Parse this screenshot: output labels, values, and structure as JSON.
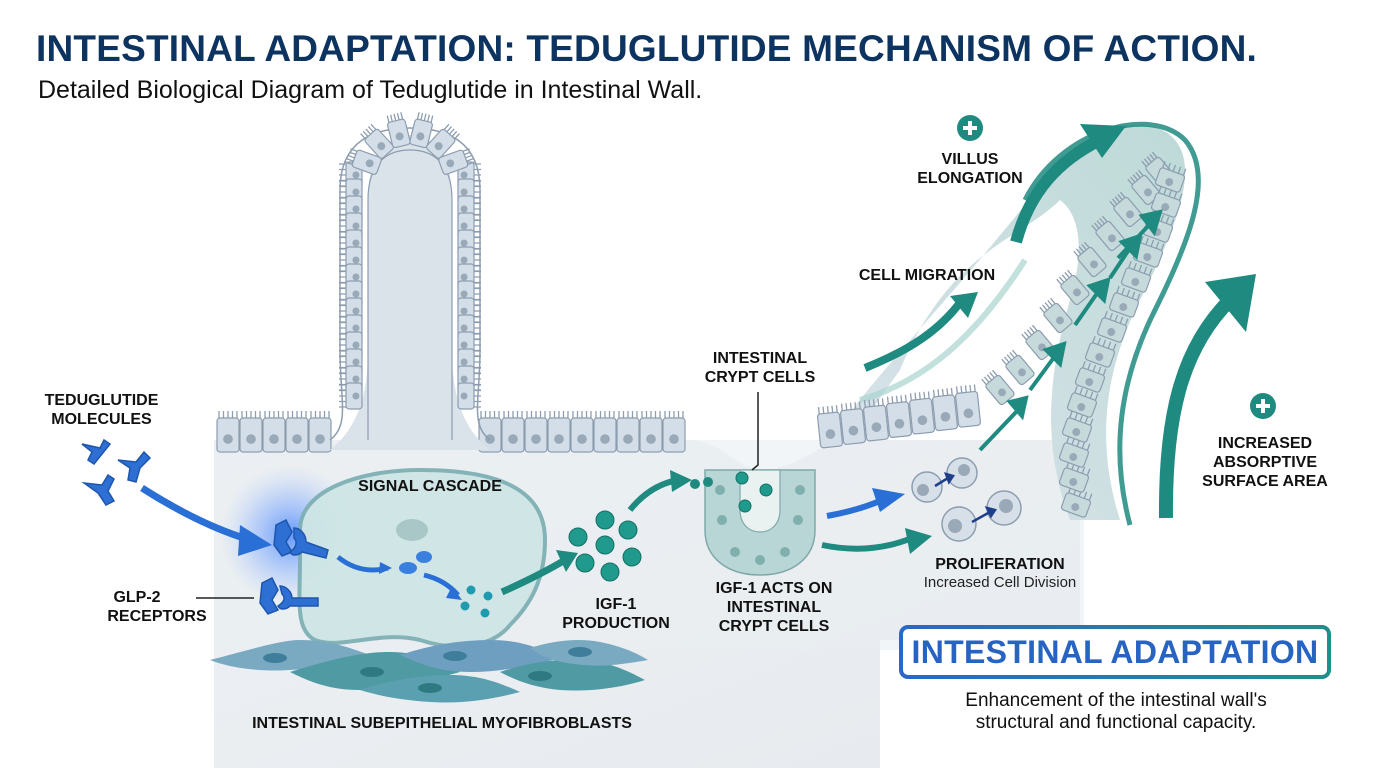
{
  "header": {
    "title": "INTESTINAL ADAPTATION: TEDUGLUTIDE MECHANISM OF ACTION.",
    "subtitle": "Detailed Biological Diagram of Teduglutide in Intestinal Wall."
  },
  "labels": {
    "teduglutide_line1": "TEDUGLUTIDE",
    "teduglutide_line2": "MOLECULES",
    "glp2_line1": "GLP-2",
    "glp2_line2": "RECEPTORS",
    "signal_cascade": "SIGNAL CASCADE",
    "igf1_line1": "IGF-1",
    "igf1_line2": "PRODUCTION",
    "myofibroblasts": "INTESTINAL SUBEPITHELIAL MYOFIBROBLASTS",
    "crypt_line1": "INTESTINAL",
    "crypt_line2": "CRYPT CELLS",
    "igf_acts_line1": "IGF-1 ACTS ON",
    "igf_acts_line2": "INTESTINAL",
    "igf_acts_line3": "CRYPT CELLS",
    "proliferation": "PROLIFERATION",
    "proliferation_sub": "Increased Cell Division",
    "cell_migration": "CELL MIGRATION",
    "villus_line1": "VILLUS",
    "villus_line2": "ELONGATION",
    "absorptive_line1": "INCREASED",
    "absorptive_line2": "ABSORPTIVE",
    "absorptive_line3": "SURFACE AREA"
  },
  "summary": {
    "title": "INTESTINAL ADAPTATION",
    "description_line1": "Enhancement of the intestinal wall's",
    "description_line2": "structural and functional capacity."
  },
  "icons": {
    "plus": "plus-circle-icon",
    "molecule": "teduglutide-molecule-icon",
    "receptor": "glp2-receptor-icon"
  },
  "colors": {
    "title": "#0d3461",
    "blue": "#2a6fd6",
    "teal": "#1f8a80",
    "cell_fill": "#d3dee8",
    "cell_stroke": "#8d9db0",
    "nucleus": "#9aa9b8",
    "crypt_fill": "#b8d6d6",
    "igf": "#1f9a8c"
  }
}
